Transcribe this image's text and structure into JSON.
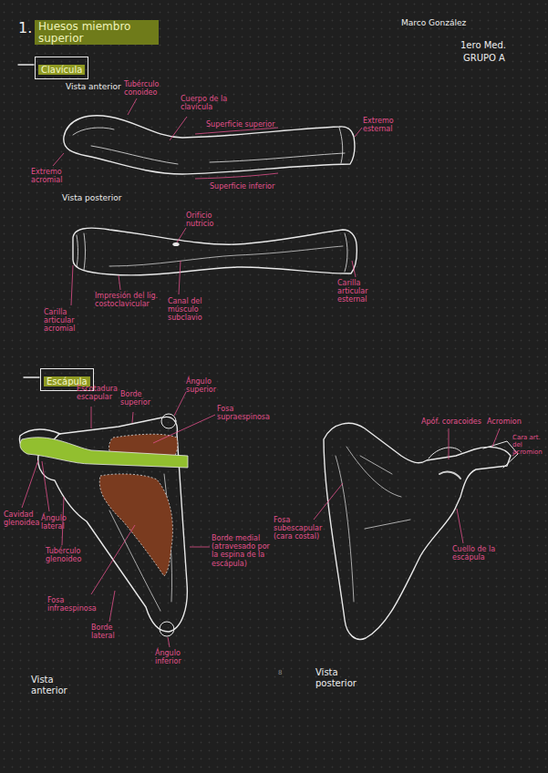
{
  "diagram": {
    "title": "Huesos miembro superior",
    "nodes": [
      {
        "text": [
          "Clavícula"
        ]
      },
      {
        "text": [
          "Escápula"
        ]
      }
    ],
    "edges": [],
    "labels": [
      "1.",
      "Marco González",
      "1ero Med.",
      "GRUPO A",
      "Vista anterior",
      "Tubérculo conoideo",
      "Cuerpo de la clavícula",
      "Superficie superior",
      "Extremo esternal",
      "Extremo acromial",
      "Superficie inferior",
      "Vista posterior",
      "Orificio nutricio",
      "Carilla articular acromial",
      "Impresión del lig. costoclavicular",
      "Canal del músculo subclavio",
      "Carilla articular esternal",
      "Escotadura escapular",
      "Borde superior",
      "Ángulo superior",
      "Fosa supraespinosa",
      "Cavidad glenoidea",
      "Ángulo lateral",
      "Tubérculo glenoideo",
      "Fosa infraespinosa",
      "Borde lateral",
      "Borde medial (atravesado por la espina de la escápula)",
      "Ángulo inferior",
      "Vista anterior",
      "8",
      "Apóf. coracoides",
      "Acromion",
      "Cara art. del acromion",
      "Fosa subescapular (cara costal)",
      "Cuello de la escápula",
      "Vista posterior"
    ]
  }
}
